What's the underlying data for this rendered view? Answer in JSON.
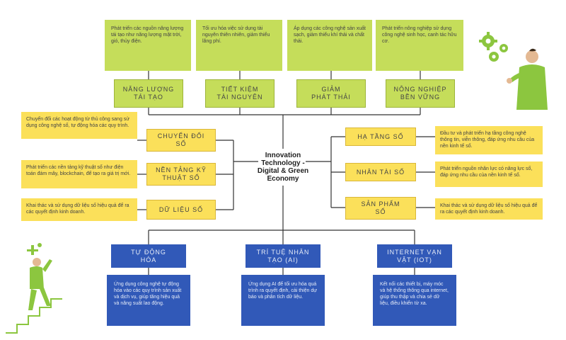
{
  "center": {
    "title": "Innovation\nTechnology -\nDigital & Green\nEconomy"
  },
  "top": [
    {
      "label": "NĂNG LƯỢNG\nTÁI TẠO",
      "desc": "Phát triển các nguồn năng lượng tái tạo như năng lượng mặt trời, gió, thủy điện."
    },
    {
      "label": "TIẾT KIỆM\nTÀI NGUYÊN",
      "desc": "Tối ưu hóa việc sử dụng tài nguyên thiên nhiên, giảm thiểu lãng phí."
    },
    {
      "label": "GIẢM\nPHÁT THẢI",
      "desc": "Áp dụng các công nghệ sản xuất sạch, giảm thiểu khí thải và chất thải."
    },
    {
      "label": "NÔNG NGHIỆP\nBỀN VỮNG",
      "desc": "Phát triển nông nghiệp sử dụng công nghệ sinh học, canh tác hữu cơ."
    }
  ],
  "left": [
    {
      "label": "CHUYỂN ĐỔI\nSỐ",
      "desc": "Chuyển đổi các hoạt động từ thủ công sang sử dụng công nghệ số, tự động hóa các quy trình."
    },
    {
      "label": "NỀN TẢNG KỸ\nTHUẬT SỐ",
      "desc": "Phát triển các nền tảng kỹ thuật số như điện toán đám mây, blockchain, để tạo ra giá trị mới."
    },
    {
      "label": "DỮ LIỆU SỐ",
      "desc": "Khai thác và sử dụng dữ liệu số hiệu quả để ra các quyết định kinh doanh."
    }
  ],
  "right": [
    {
      "label": "HẠ TẦNG SỐ",
      "desc": "Đầu tư và phát triển hạ tầng công nghệ thông tin, viễn thông, đáp ứng nhu cầu của nền kinh tế số."
    },
    {
      "label": "NHÂN TÀI SỐ",
      "desc": "Phát triển nguồn nhân lực có năng lực số, đáp ứng nhu cầu của nền kinh tế số."
    },
    {
      "label": "SẢN PHẨM\nSỐ",
      "desc": "Khai thác và sử dụng dữ liệu số hiệu quả để ra các quyết định kinh doanh."
    }
  ],
  "bottom": [
    {
      "label": "TỰ ĐỘNG\nHÓA",
      "desc": "Ứng dụng công nghệ tự động hóa vào các quy trình sản xuất và dịch vụ, giúp tăng hiệu quả và năng suất lao động."
    },
    {
      "label": "TRÍ TUỆ NHÂN\nTẠO (AI)",
      "desc": "Ứng dụng AI để tối ưu hóa quá trình ra quyết định, cải thiện dự báo và phân tích dữ liệu."
    },
    {
      "label": "INTERNET VẠN\nVẬT (IOT)",
      "desc": "Kết nối các thiết bị, máy móc và hệ thống thông qua internet, giúp thu thập và chia sẻ dữ liệu, điều khiển từ xa."
    }
  ],
  "colors": {
    "green": "#c5dd5a",
    "yellow": "#fbe05a",
    "blue": "#3159b8",
    "line": "#333333"
  },
  "illustrations": [
    "gears-person-icon",
    "climbing-person-icon"
  ]
}
